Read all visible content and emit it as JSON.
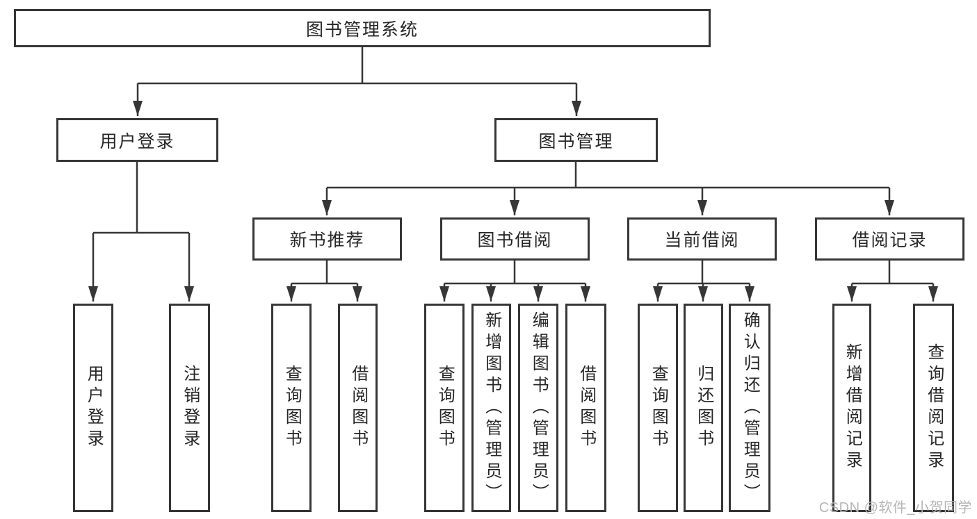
{
  "tree": {
    "root": {
      "label": "图书管理系统"
    },
    "branches": [
      {
        "label": "用户登录",
        "children": [
          {
            "label": "用户登录"
          },
          {
            "label": "注销登录"
          }
        ]
      },
      {
        "label": "图书管理",
        "children": [
          {
            "label": "新书推荐",
            "children": [
              {
                "label": "查询图书"
              },
              {
                "label": "借阅图书"
              }
            ]
          },
          {
            "label": "图书借阅",
            "children": [
              {
                "label": "查询图书"
              },
              {
                "label": "新增图书（管理员）"
              },
              {
                "label": "编辑图书（管理员）"
              },
              {
                "label": "借阅图书"
              }
            ]
          },
          {
            "label": "当前借阅",
            "children": [
              {
                "label": "查询图书"
              },
              {
                "label": "归还图书"
              },
              {
                "label": "确认归还（管理员）"
              }
            ]
          },
          {
            "label": "借阅记录",
            "children": [
              {
                "label": "新增借阅记录"
              },
              {
                "label": "查询借阅记录"
              }
            ]
          }
        ]
      }
    ]
  },
  "watermark": {
    "text": "CSDN @软件_小贺同学"
  },
  "colors": {
    "line": "#363636",
    "text": "#262626",
    "watermark": "#b5b5b5",
    "background": "#ffffff"
  }
}
